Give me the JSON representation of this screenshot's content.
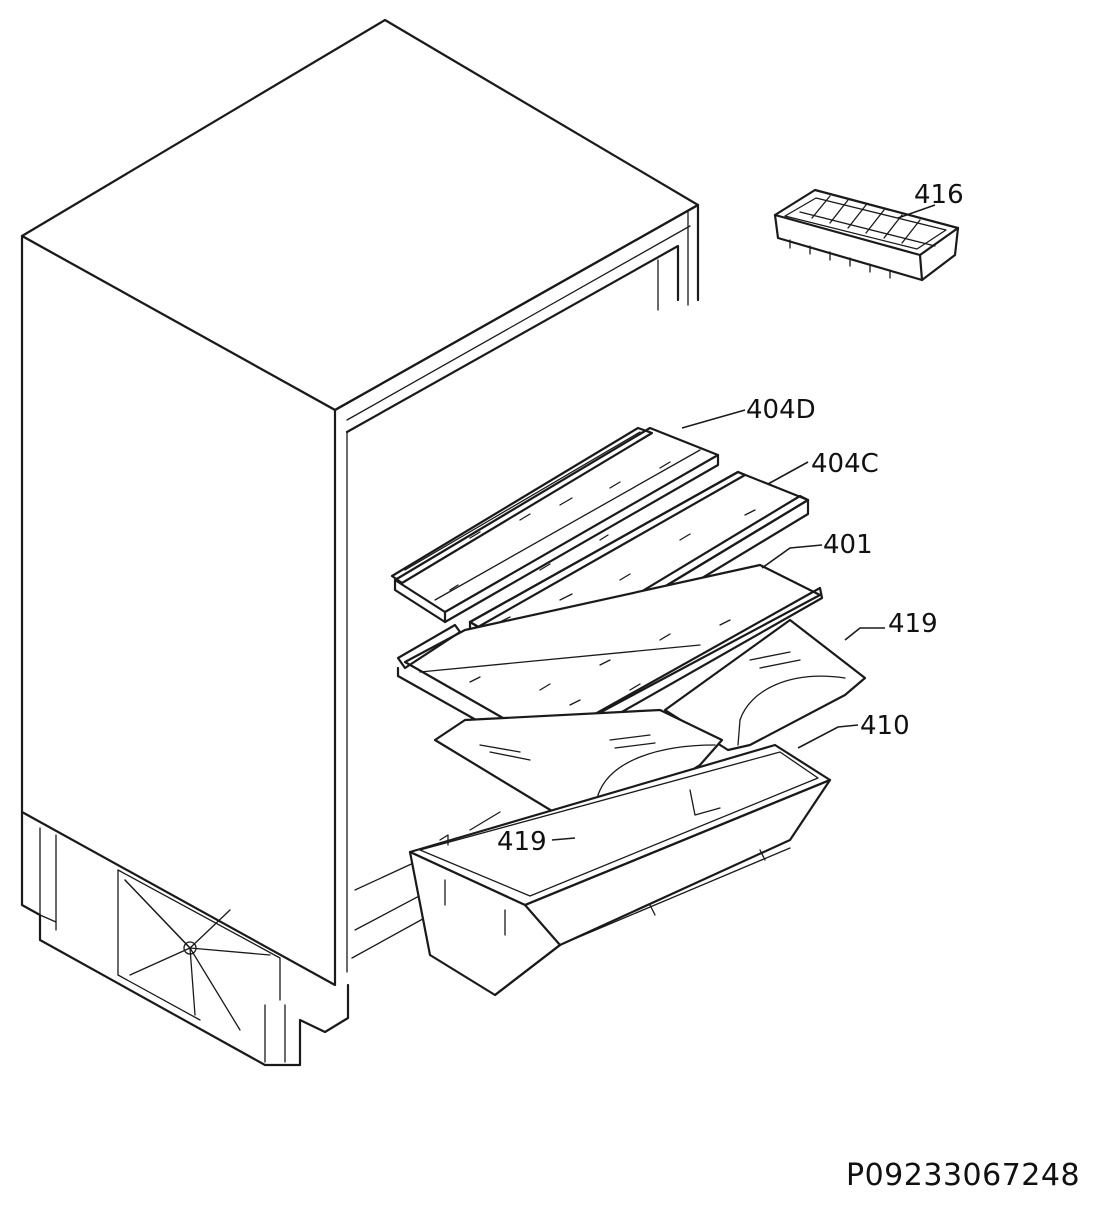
{
  "labels": {
    "ice_tray": "416",
    "shelf_d": "404D",
    "shelf_c": "404C",
    "shelf_main": "401",
    "cover_right": "419",
    "cover_left": "419",
    "drawer": "410"
  },
  "drawing_code": "P09233067248"
}
